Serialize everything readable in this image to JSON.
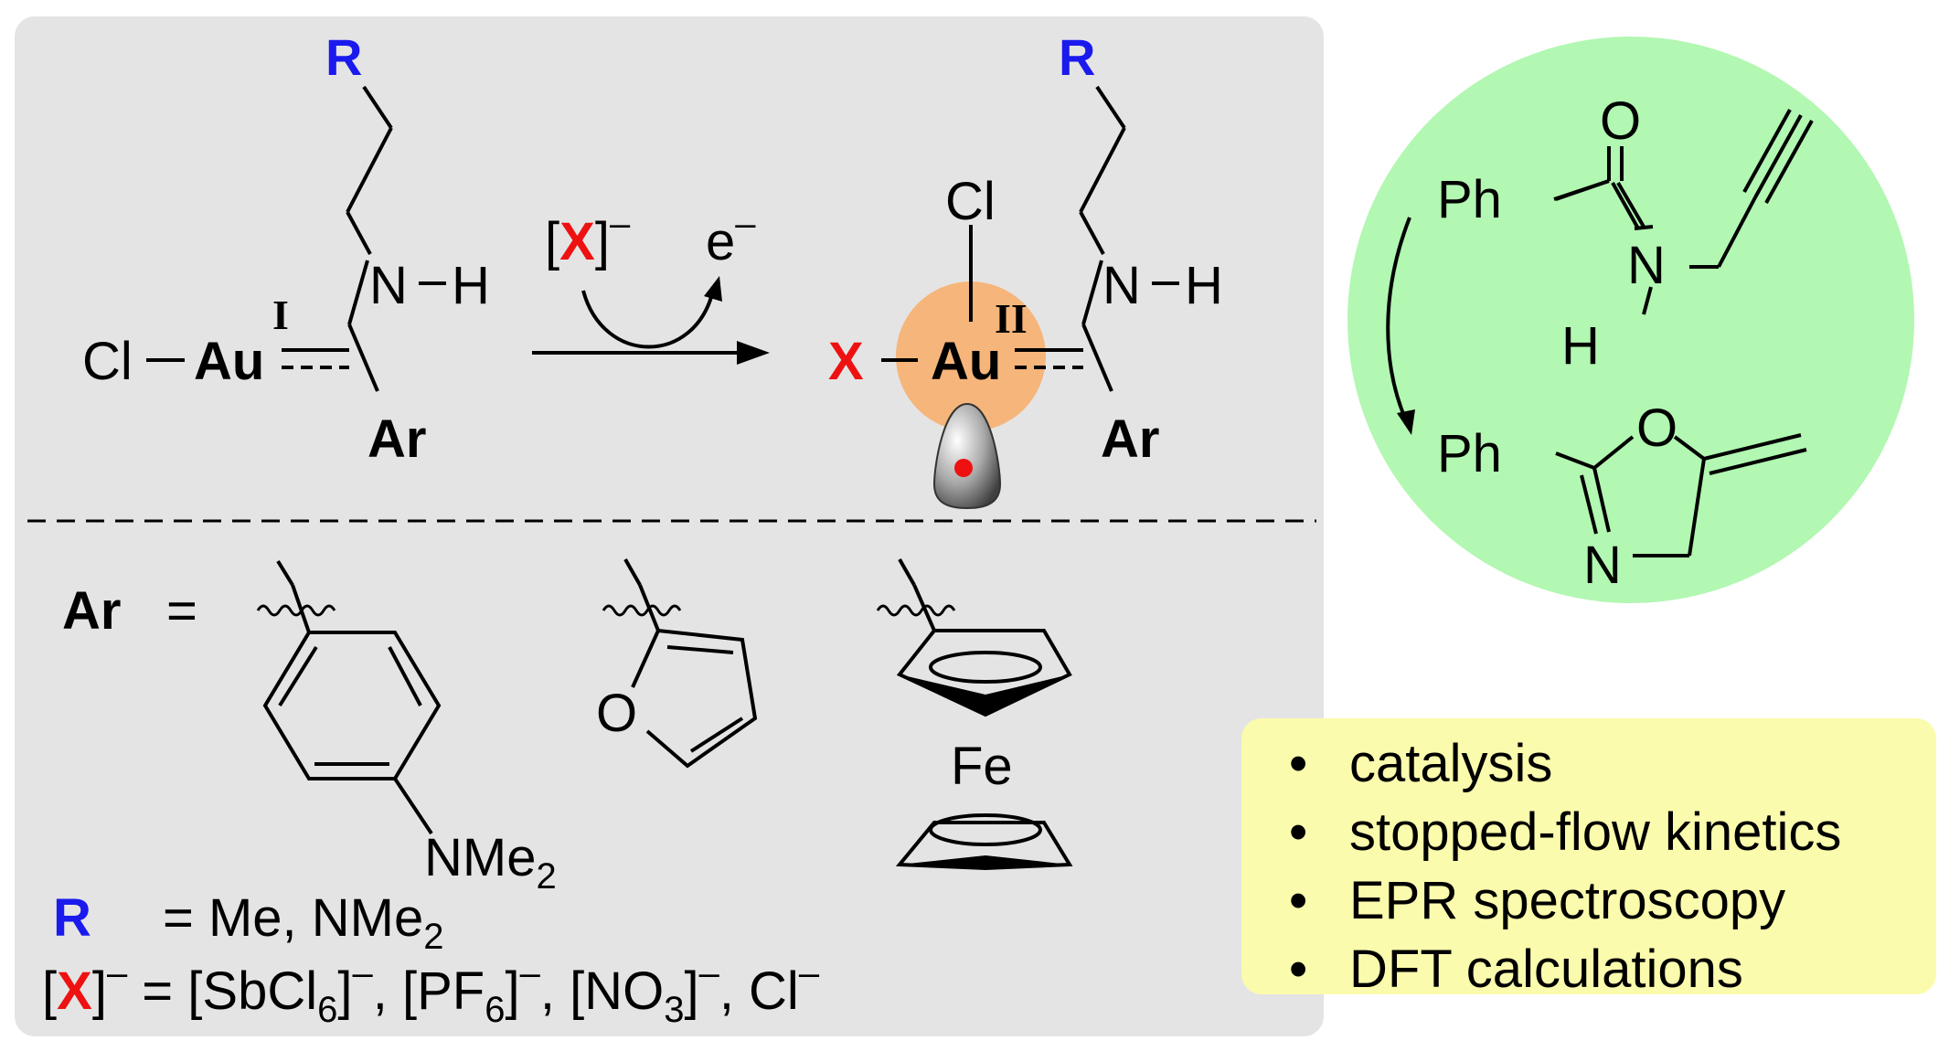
{
  "reaction": {
    "left_complex": {
      "cl": "Cl",
      "metal": "Au",
      "oxidation": "I",
      "r": "R",
      "n": "N",
      "h": "H",
      "ar": "Ar"
    },
    "arrow": {
      "reagent_open": "[",
      "reagent_x": "X",
      "reagent_close": "]",
      "reagent_charge": "–",
      "byproduct": "e",
      "byproduct_charge": "–"
    },
    "right_complex": {
      "x": "X",
      "metal": "Au",
      "oxidation": "II",
      "cl": "Cl",
      "r": "R",
      "n": "N",
      "h": "H",
      "ar": "Ar"
    }
  },
  "substituents": {
    "ar_label": "Ar",
    "equals": "=",
    "aryl_nme2": "NMe",
    "aryl_nme2_sub": "2",
    "furan_o": "O",
    "ferrocene_fe": "Fe",
    "r_label": "R",
    "r_values": "= Me, NMe",
    "r_values_sub": "2",
    "x_line": {
      "open": "[",
      "x": "X",
      "close": "]",
      "charge": "–",
      "text1": " = [SbCl",
      "sub1": "6",
      "close1": "]",
      "text2": ", [PF",
      "sub2": "6",
      "close2": "]",
      "text3": ", [NO",
      "sub3": "3",
      "close3": "]",
      "text4": ", Cl"
    }
  },
  "catalysis": {
    "ph_top": "Ph",
    "o_top": "O",
    "n_top": "N",
    "h_top": "H",
    "ph_bottom": "Ph",
    "o_ring": "O",
    "n_ring": "N"
  },
  "bullets": {
    "dot": "•",
    "items": [
      "catalysis",
      "stopped-flow kinetics",
      "EPR spectroscopy",
      "DFT calculations"
    ]
  },
  "colors": {
    "panel": "#e4e4e4",
    "circle": "#b2f7b2",
    "bullet_box": "#fbfbad",
    "r_blue": "#1a1aee",
    "x_red": "#ee1111",
    "orbital": "#f6b57a"
  }
}
